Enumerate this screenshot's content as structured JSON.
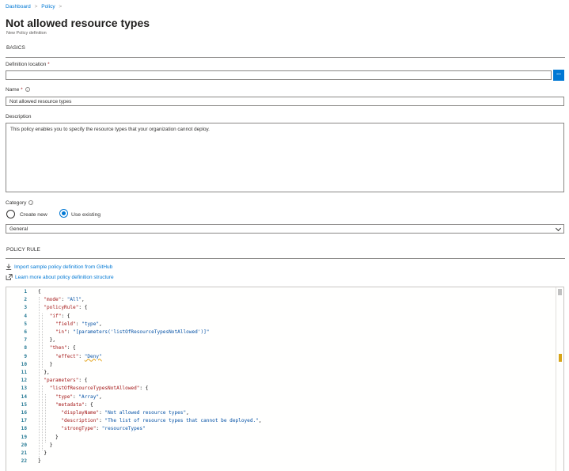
{
  "breadcrumb": {
    "items": [
      "Dashboard",
      "Policy"
    ],
    "separator": ">"
  },
  "page": {
    "title": "Not allowed resource types",
    "subtitle": "New Policy definition"
  },
  "basics": {
    "section_title": "BASICS",
    "definition_location": {
      "label": "Definition location",
      "required_mark": "*",
      "value": "",
      "browse_label": "..."
    },
    "name": {
      "label": "Name",
      "required_mark": "*",
      "value": "Not allowed resource types"
    },
    "description": {
      "label": "Description",
      "value": "This policy enables you to specify the resource types that your organization cannot deploy."
    },
    "category": {
      "label": "Category",
      "options": [
        {
          "label": "Create new",
          "checked": false
        },
        {
          "label": "Use existing",
          "checked": true
        }
      ],
      "selected": "General"
    }
  },
  "policy_rule": {
    "section_title": "POLICY RULE",
    "import_link": "Import sample policy definition from GitHub",
    "learn_link": "Learn more about policy definition structure"
  },
  "editor": {
    "lines": [
      [
        [
          "p",
          "{"
        ]
      ],
      [
        [
          "p",
          "  "
        ],
        [
          "k",
          "\"mode\""
        ],
        [
          "p",
          ": "
        ],
        [
          "s",
          "\"All\""
        ],
        [
          "p",
          ","
        ]
      ],
      [
        [
          "p",
          "  "
        ],
        [
          "k",
          "\"policyRule\""
        ],
        [
          "p",
          ": {"
        ]
      ],
      [
        [
          "p",
          "    "
        ],
        [
          "k",
          "\"if\""
        ],
        [
          "p",
          ": {"
        ]
      ],
      [
        [
          "p",
          "      "
        ],
        [
          "k",
          "\"field\""
        ],
        [
          "p",
          ": "
        ],
        [
          "s",
          "\"type\""
        ],
        [
          "p",
          ","
        ]
      ],
      [
        [
          "p",
          "      "
        ],
        [
          "k",
          "\"in\""
        ],
        [
          "p",
          ": "
        ],
        [
          "s",
          "\"[parameters('listOfResourceTypesNotAllowed')]\""
        ]
      ],
      [
        [
          "p",
          "    },"
        ]
      ],
      [
        [
          "p",
          "    "
        ],
        [
          "k",
          "\"then\""
        ],
        [
          "p",
          ": {"
        ]
      ],
      [
        [
          "p",
          "      "
        ],
        [
          "k",
          "\"effect\""
        ],
        [
          "p",
          ": "
        ],
        [
          "sq",
          "\"Deny\""
        ]
      ],
      [
        [
          "p",
          "    }"
        ]
      ],
      [
        [
          "p",
          "  },"
        ]
      ],
      [
        [
          "p",
          "  "
        ],
        [
          "k",
          "\"parameters\""
        ],
        [
          "p",
          ": {"
        ]
      ],
      [
        [
          "p",
          "    "
        ],
        [
          "k",
          "\"listOfResourceTypesNotAllowed\""
        ],
        [
          "p",
          ": {"
        ]
      ],
      [
        [
          "p",
          "      "
        ],
        [
          "k",
          "\"type\""
        ],
        [
          "p",
          ": "
        ],
        [
          "s",
          "\"Array\""
        ],
        [
          "p",
          ","
        ]
      ],
      [
        [
          "p",
          "      "
        ],
        [
          "k",
          "\"metadata\""
        ],
        [
          "p",
          ": {"
        ]
      ],
      [
        [
          "p",
          "        "
        ],
        [
          "k",
          "\"displayName\""
        ],
        [
          "p",
          ": "
        ],
        [
          "s",
          "\"Not allowed resource types\""
        ],
        [
          "p",
          ","
        ]
      ],
      [
        [
          "p",
          "        "
        ],
        [
          "k",
          "\"description\""
        ],
        [
          "p",
          ": "
        ],
        [
          "s",
          "\"The list of resource types that cannot be deployed.\""
        ],
        [
          "p",
          ","
        ]
      ],
      [
        [
          "p",
          "        "
        ],
        [
          "k",
          "\"strongType\""
        ],
        [
          "p",
          ": "
        ],
        [
          "s",
          "\"resourceTypes\""
        ]
      ],
      [
        [
          "p",
          "      }"
        ]
      ],
      [
        [
          "p",
          "    }"
        ]
      ],
      [
        [
          "p",
          "  }"
        ]
      ],
      [
        [
          "p",
          "}"
        ]
      ]
    ]
  },
  "colors": {
    "accent": "#0078d4",
    "required": "#a4262c",
    "json_key": "#a31515",
    "json_string": "#0451a5",
    "line_number": "#237893"
  },
  "icons": {
    "browse": "ellipsis",
    "info": "info-circle-icon",
    "import": "download-icon",
    "learn": "external-link-icon",
    "dropdown": "chevron-down-icon"
  }
}
